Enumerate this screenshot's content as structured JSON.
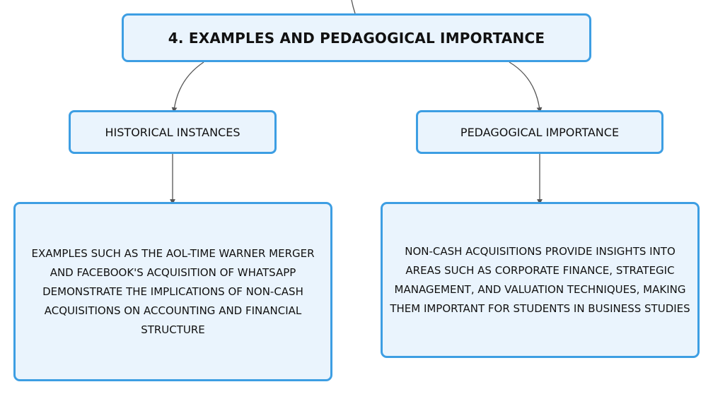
{
  "root": {
    "label": "4. EXAMPLES AND PEDAGOGICAL IMPORTANCE"
  },
  "branches": [
    {
      "label": "HISTORICAL INSTANCES",
      "detail": "EXAMPLES SUCH AS THE AOL-TIME WARNER MERGER AND FACEBOOK'S ACQUISITION OF WHATSAPP DEMONSTRATE THE IMPLICATIONS OF NON-CASH ACQUISITIONS ON ACCOUNTING AND FINANCIAL STRUCTURE"
    },
    {
      "label": "PEDAGOGICAL IMPORTANCE",
      "detail": "NON-CASH ACQUISITIONS PROVIDE INSIGHTS INTO AREAS SUCH AS CORPORATE FINANCE, STRATEGIC MANAGEMENT, AND VALUATION TECHNIQUES, MAKING THEM IMPORTANT FOR STUDENTS IN BUSINESS STUDIES"
    }
  ],
  "colors": {
    "node_border": "#3d9ee3",
    "node_fill": "#eaf4fd",
    "connector": "#555555"
  }
}
